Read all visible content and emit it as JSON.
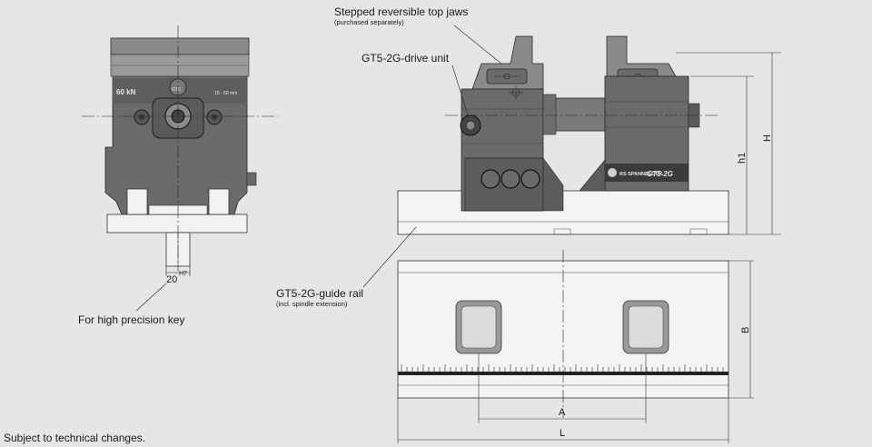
{
  "callouts": {
    "jaws_title": "Stepped reversible top jaws",
    "jaws_note": "(purchased separately)",
    "drive_unit": "GT5-2G-drive unit",
    "guide_rail_title": "GT5-2G-guide rail",
    "guide_rail_note": "(incl. spindle extension)",
    "key_note": "For high precision key"
  },
  "front_view": {
    "force_label": "60 kN",
    "range_label": "10 - 60 mm",
    "brand_label": "GT5"
  },
  "side_view": {
    "logo_text": "RS SPANNBLOCK",
    "model_text": "GT5-2G"
  },
  "dimensions": {
    "key_width": "20",
    "key_tolerance": "H7",
    "h1": "h1",
    "H": "H",
    "B": "B",
    "A": "A",
    "L": "L"
  },
  "footer": "Subject to technical changes.",
  "colors": {
    "background": "#e6e6e6",
    "body": "#6a6a6a",
    "rail": "#f4f4f4",
    "line": "#1a1a1a"
  }
}
